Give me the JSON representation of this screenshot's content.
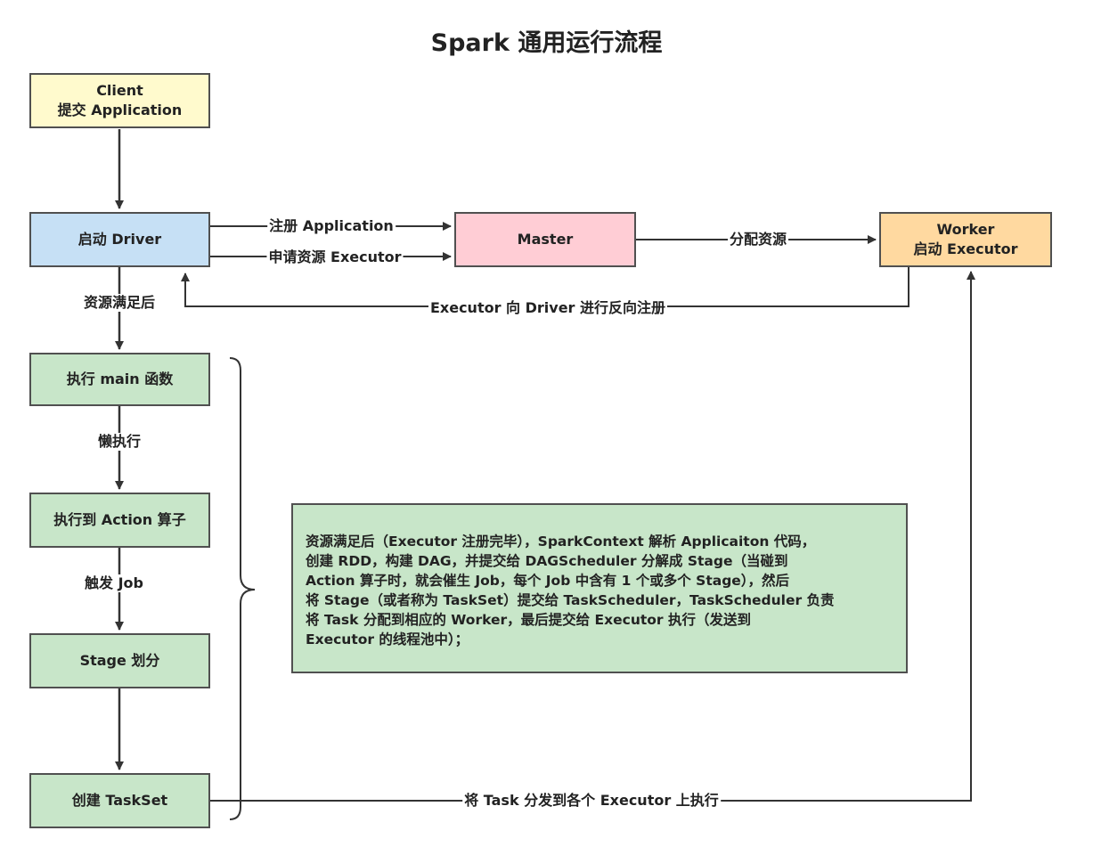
{
  "title": "Spark 通用运行流程",
  "colors": {
    "client_fill": "#fffacd",
    "driver_fill": "#c6e0f5",
    "master_fill": "#ffcdd5",
    "worker_fill": "#ffd9a0",
    "step_fill": "#c8e6c9",
    "line": "#333333",
    "border": "#505050"
  },
  "nodes": {
    "client": {
      "line1": "Client",
      "line2": "提交 Application"
    },
    "driver": {
      "label": "启动 Driver"
    },
    "master": {
      "label": "Master"
    },
    "worker": {
      "line1": "Worker",
      "line2": "启动 Executor"
    },
    "main_fn": {
      "label": "执行 main 函数"
    },
    "action": {
      "label": "执行到 Action 算子"
    },
    "stage": {
      "label": "Stage 划分"
    },
    "taskset": {
      "label": "创建 TaskSet"
    }
  },
  "edges": {
    "register_app": "注册 Application",
    "request_executor": "申请资源 Executor",
    "allocate": "分配资源",
    "reverse_register": "Executor 向 Driver 进行反向注册",
    "resources_ready": "资源满足后",
    "lazy_exec": "懒执行",
    "trigger_job": "触发 Job",
    "dispatch_task": "将 Task 分发到各个 Executor 上执行"
  },
  "note": {
    "lines": [
      "资源满足后（Executor 注册完毕），SparkContext 解析 Applicaiton 代码，",
      "创建 RDD，构建 DAG，并提交给 DAGScheduler 分解成 Stage（当碰到",
      "Action 算子时，就会催生 Job，每个 Job 中含有 1 个或多个 Stage），然后",
      "将 Stage（或者称为 TaskSet）提交给 TaskScheduler，TaskScheduler 负责",
      "将 Task 分配到相应的 Worker，最后提交给 Executor 执行（发送到",
      "Executor 的线程池中）；"
    ]
  }
}
